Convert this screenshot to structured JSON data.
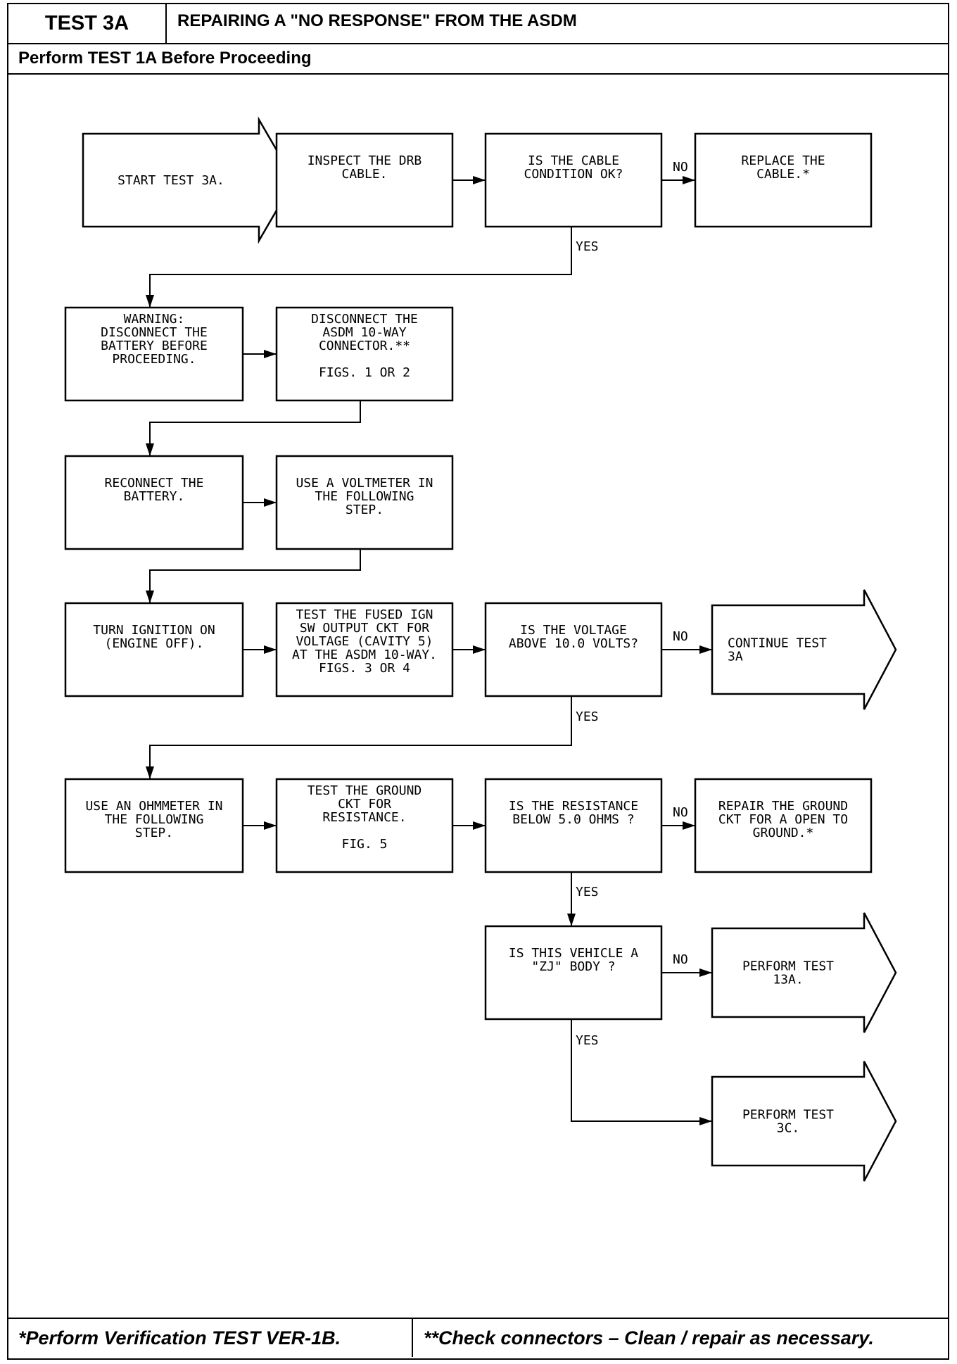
{
  "header": {
    "test_id": "TEST 3A",
    "title": "REPAIRING A \"NO RESPONSE\" FROM THE ASDM",
    "prerequisite": "Perform TEST 1A Before Proceeding"
  },
  "footer": {
    "left_note": "*Perform Verification TEST VER-1B.",
    "right_note": "**Check connectors – Clean / repair as necessary."
  },
  "flow": {
    "start": [
      "START TEST 3A."
    ],
    "inspect": [
      "INSPECT THE DRB",
      "CABLE."
    ],
    "q_cable": [
      "IS THE CABLE",
      "CONDITION OK?"
    ],
    "replace_cable": [
      "REPLACE THE",
      "CABLE.*"
    ],
    "warning": [
      "WARNING:",
      "DISCONNECT THE",
      "BATTERY BEFORE",
      "PROCEEDING."
    ],
    "disconnect": [
      "DISCONNECT THE",
      "ASDM 10-WAY",
      "CONNECTOR.**",
      "",
      "FIGS. 1 OR 2"
    ],
    "reconnect": [
      "RECONNECT THE",
      "BATTERY."
    ],
    "voltmeter": [
      "USE A VOLTMETER IN",
      "THE FOLLOWING",
      "STEP."
    ],
    "ignition": [
      "TURN IGNITION ON",
      "(ENGINE OFF)."
    ],
    "test_fused": [
      "TEST THE FUSED IGN",
      "SW OUTPUT CKT FOR",
      "VOLTAGE (CAVITY 5)",
      "AT THE ASDM 10-WAY.",
      "FIGS. 3 OR 4"
    ],
    "q_voltage": [
      "IS THE VOLTAGE",
      "ABOVE 10.0 VOLTS?"
    ],
    "continue": [
      "CONTINUE TEST",
      "3A"
    ],
    "ohmmeter": [
      "USE AN OHMMETER IN",
      "THE FOLLOWING",
      "STEP."
    ],
    "test_ground": [
      "TEST THE GROUND",
      "CKT FOR",
      "RESISTANCE.",
      "",
      "FIG. 5"
    ],
    "q_resistance": [
      "IS THE RESISTANCE",
      "BELOW 5.0 OHMS ?"
    ],
    "repair_ground": [
      "REPAIR THE GROUND",
      "CKT FOR A OPEN TO",
      "GROUND.*"
    ],
    "q_zj": [
      "IS THIS VEHICLE A",
      "\"ZJ\" BODY ?"
    ],
    "test_13a": [
      "PERFORM TEST",
      "13A."
    ],
    "test_3c": [
      "PERFORM TEST",
      "3C."
    ],
    "yes_label": "YES",
    "no_label": "NO"
  }
}
